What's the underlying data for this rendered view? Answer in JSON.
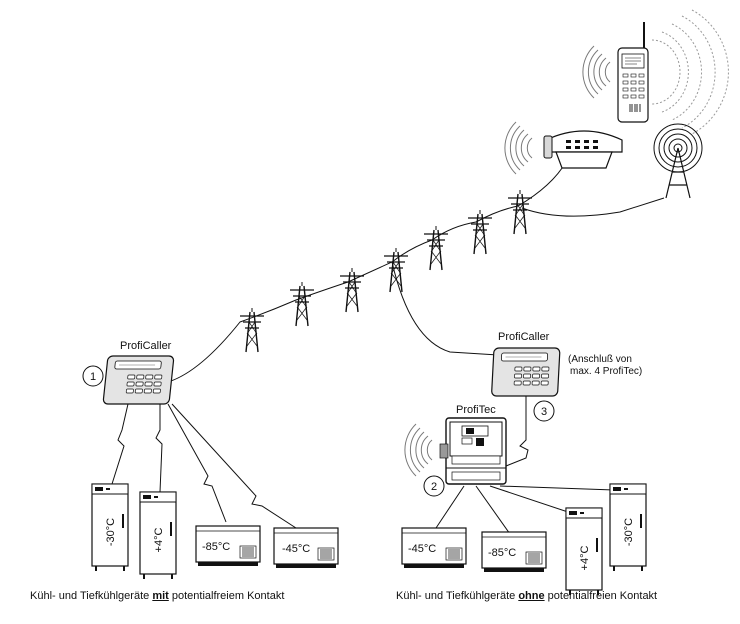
{
  "labels": {
    "proficaller_left": "ProfiCaller",
    "proficaller_right": "ProfiCaller",
    "profitec": "ProfiTec",
    "anschluss_line1": "(Anschluß von",
    "anschluss_line2": "max. 4 ProfiTec)",
    "badge_1": "1",
    "badge_2": "2",
    "badge_3": "3"
  },
  "left_units": [
    {
      "temp": "-30°C",
      "kind": "upright-freezer"
    },
    {
      "temp": "+4°C",
      "kind": "upright-fridge"
    },
    {
      "temp": "-85°C",
      "kind": "chest-freezer"
    },
    {
      "temp": "-45°C",
      "kind": "chest-freezer"
    }
  ],
  "right_units": [
    {
      "temp": "-45°C",
      "kind": "chest-freezer"
    },
    {
      "temp": "-85°C",
      "kind": "chest-freezer"
    },
    {
      "temp": "+4°C",
      "kind": "upright-fridge"
    },
    {
      "temp": "-30°C",
      "kind": "upright-freezer"
    }
  ],
  "captions": {
    "left_pre": "Kühl- und Tiefkühlgeräte ",
    "left_emph": "mit",
    "left_post": " potentialfreiem Kontakt",
    "right_pre": "Kühl- und Tiefkühlgeräte ",
    "right_emph": "ohne",
    "right_post": " potentialfreien Kontakt"
  },
  "colors": {
    "device_fill": "#e4e4e4",
    "line": "#111111",
    "wave": "#7a7a7a"
  }
}
